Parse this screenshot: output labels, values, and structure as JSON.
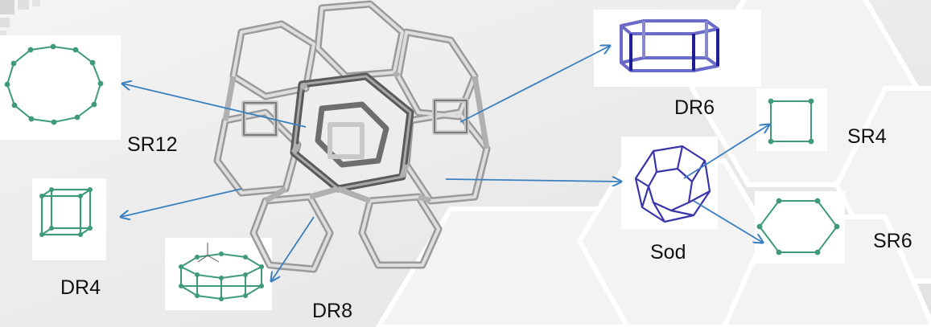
{
  "labels": {
    "sr12": "SR12",
    "dr4": "DR4",
    "dr8": "DR8",
    "dr6": "DR6",
    "sr4": "SR4",
    "sod": "Sod",
    "sr6": "SR6"
  },
  "colors": {
    "arrow": "#3a7fc0",
    "green_unit": "#3e9a78",
    "blue_unit": "#1e1e96",
    "sodalite": "#3a35a8",
    "framework": "#b4b4b4",
    "background": "#ebebeb"
  }
}
